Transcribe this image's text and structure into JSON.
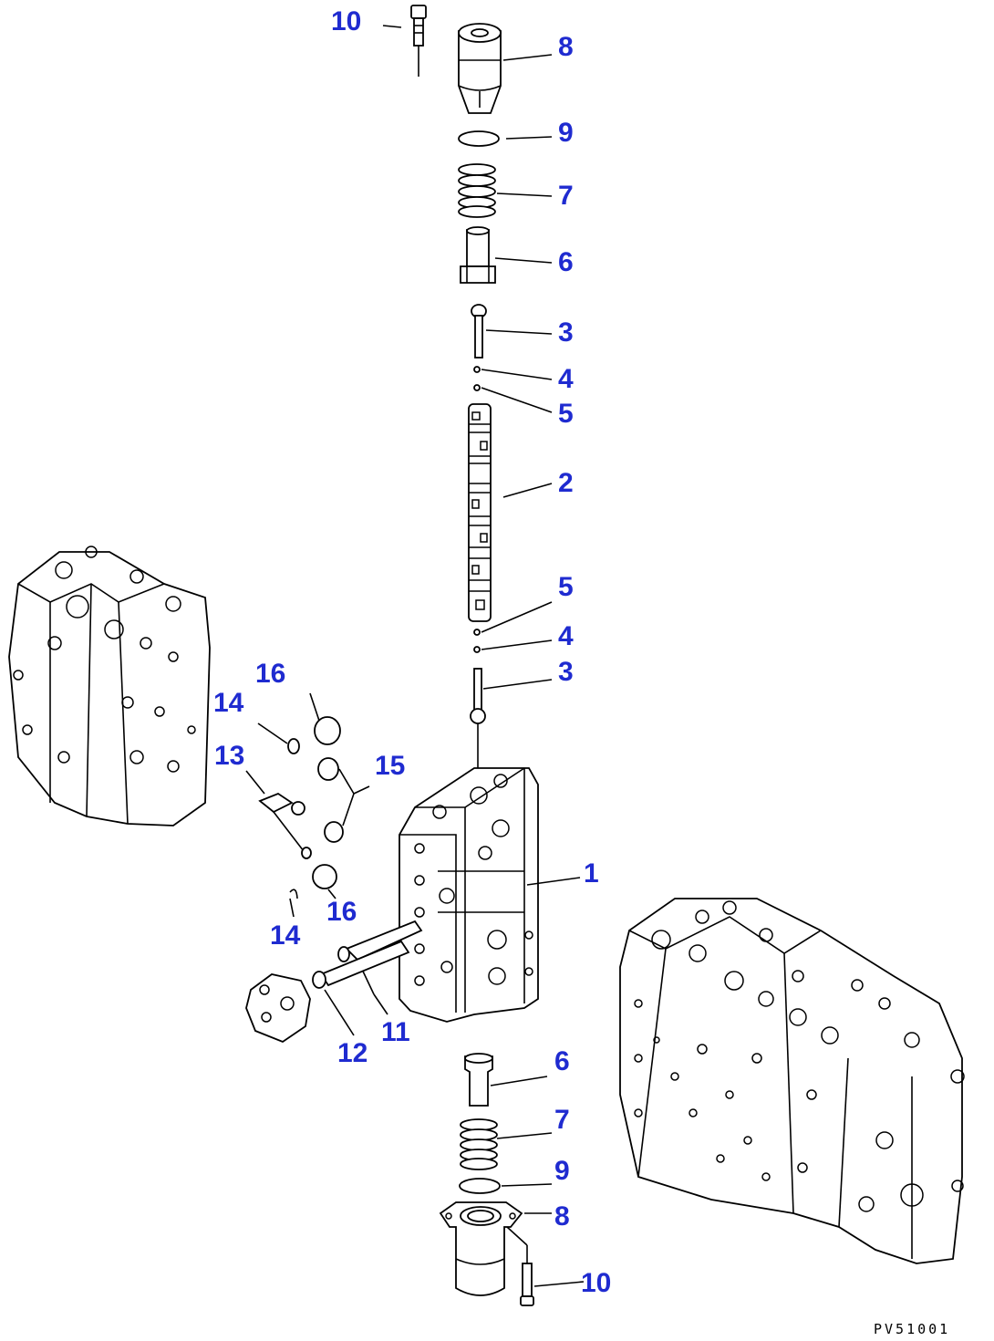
{
  "diagram": {
    "callouts": [
      {
        "id": "c10a",
        "label": "10"
      },
      {
        "id": "c8a",
        "label": "8"
      },
      {
        "id": "c9a",
        "label": "9"
      },
      {
        "id": "c7a",
        "label": "7"
      },
      {
        "id": "c6a",
        "label": "6"
      },
      {
        "id": "c3a",
        "label": "3"
      },
      {
        "id": "c4a",
        "label": "4"
      },
      {
        "id": "c5a",
        "label": "5"
      },
      {
        "id": "c2",
        "label": "2"
      },
      {
        "id": "c5b",
        "label": "5"
      },
      {
        "id": "c4b",
        "label": "4"
      },
      {
        "id": "c3b",
        "label": "3"
      },
      {
        "id": "c16a",
        "label": "16"
      },
      {
        "id": "c14a",
        "label": "14"
      },
      {
        "id": "c13",
        "label": "13"
      },
      {
        "id": "c15",
        "label": "15"
      },
      {
        "id": "c1",
        "label": "1"
      },
      {
        "id": "c16b",
        "label": "16"
      },
      {
        "id": "c14b",
        "label": "14"
      },
      {
        "id": "c11",
        "label": "11"
      },
      {
        "id": "c12",
        "label": "12"
      },
      {
        "id": "c6b",
        "label": "6"
      },
      {
        "id": "c7b",
        "label": "7"
      },
      {
        "id": "c9b",
        "label": "9"
      },
      {
        "id": "c8b",
        "label": "8"
      },
      {
        "id": "c10b",
        "label": "10"
      }
    ],
    "reference_code": "PV51001",
    "colors": {
      "callout": "#1f2bd0",
      "line": "#000000",
      "background": "#ffffff"
    }
  }
}
